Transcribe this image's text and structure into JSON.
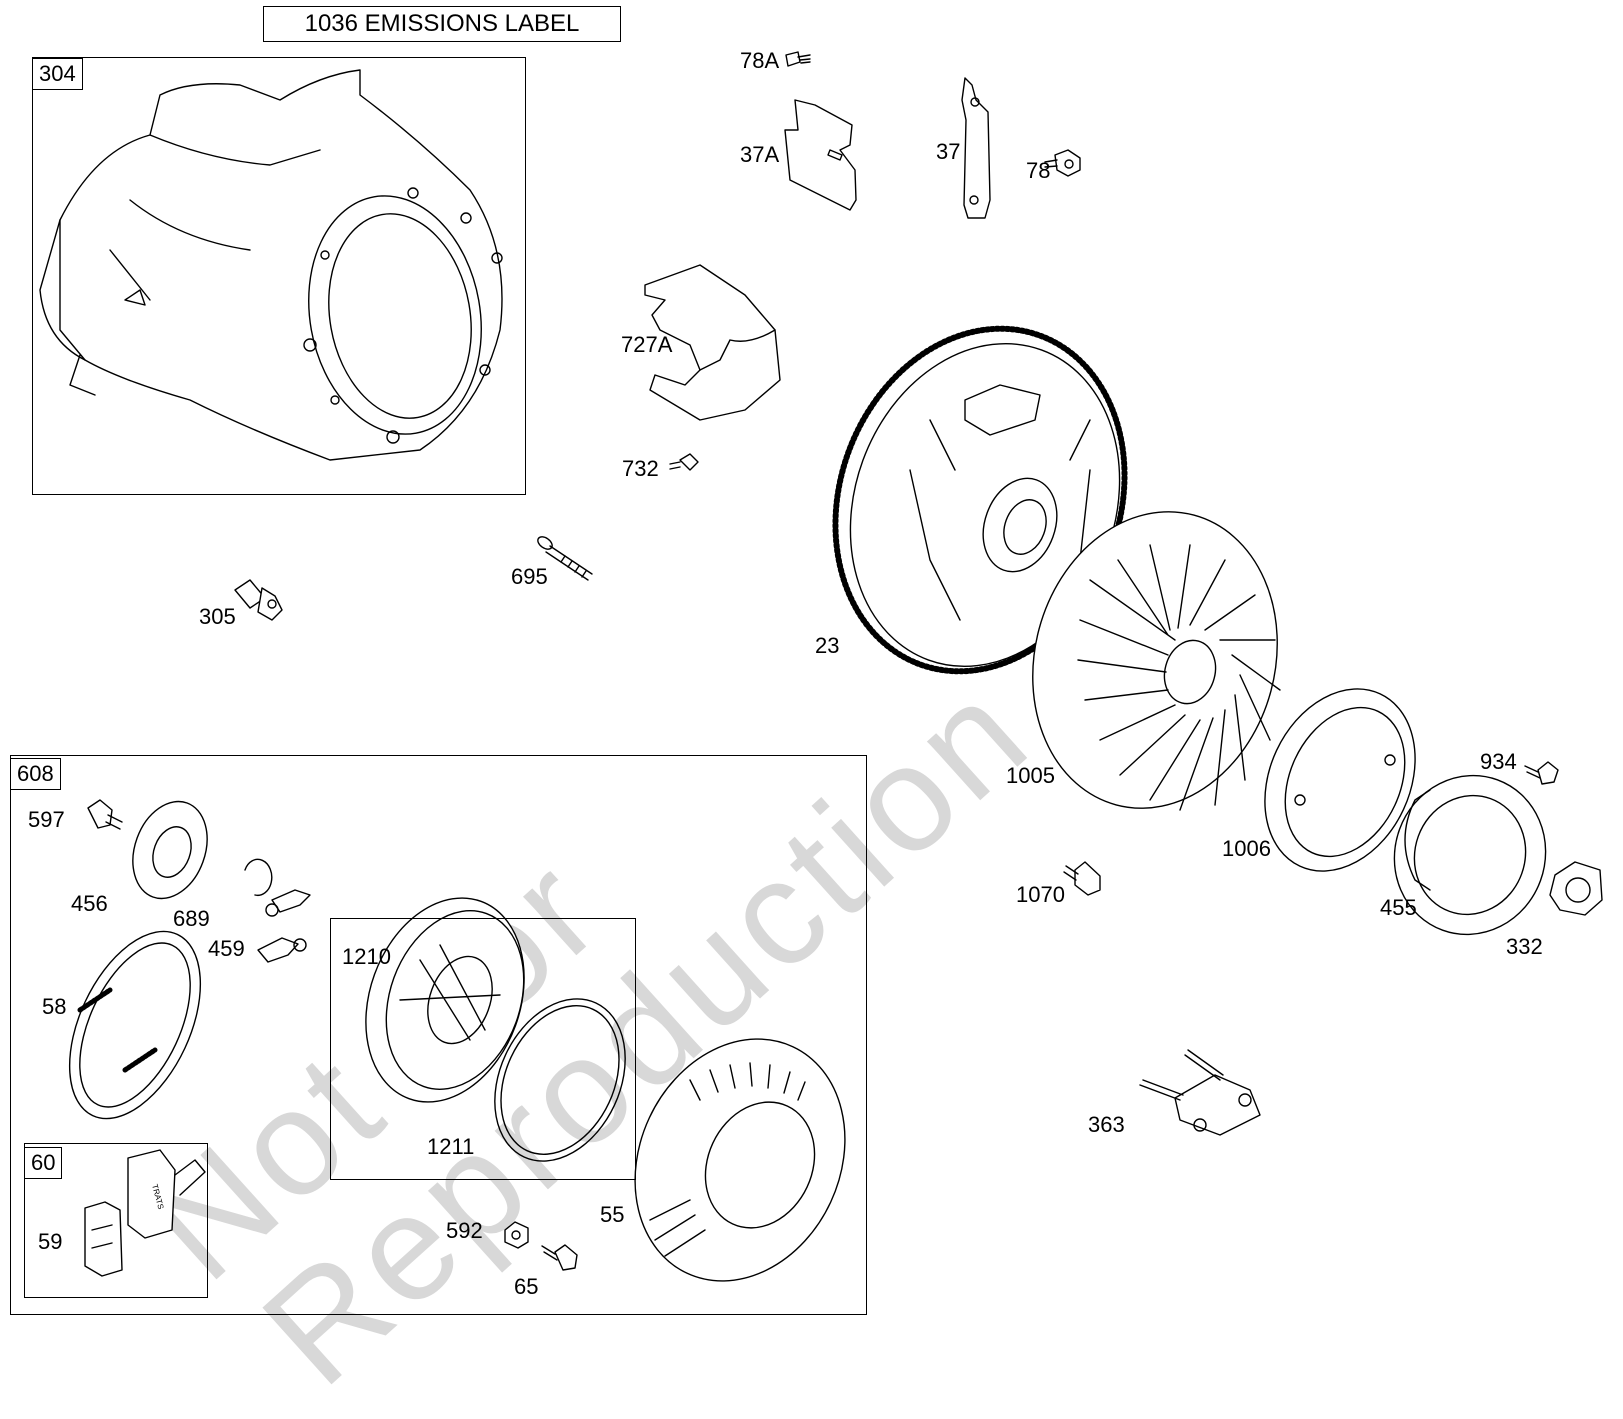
{
  "title_label": "1036 EMISSIONS LABEL",
  "watermark": {
    "line1": "Not For",
    "line2": "Reproduction"
  },
  "groups": {
    "g304": "304",
    "g608": "608",
    "g60": "60",
    "g1210": "1210"
  },
  "parts": {
    "p78A": "78A",
    "p37A": "37A",
    "p37": "37",
    "p78": "78",
    "p727A": "727A",
    "p732": "732",
    "p695": "695",
    "p305": "305",
    "p23": "23",
    "p1005": "1005",
    "p1006": "1006",
    "p934": "934",
    "p1070": "1070",
    "p455": "455",
    "p332": "332",
    "p363": "363",
    "p597": "597",
    "p456": "456",
    "p689": "689",
    "p459": "459",
    "p58": "58",
    "p1211": "1211",
    "p59": "59",
    "p592": "592",
    "p65": "65",
    "p55": "55"
  },
  "handle_text": "TRATS"
}
